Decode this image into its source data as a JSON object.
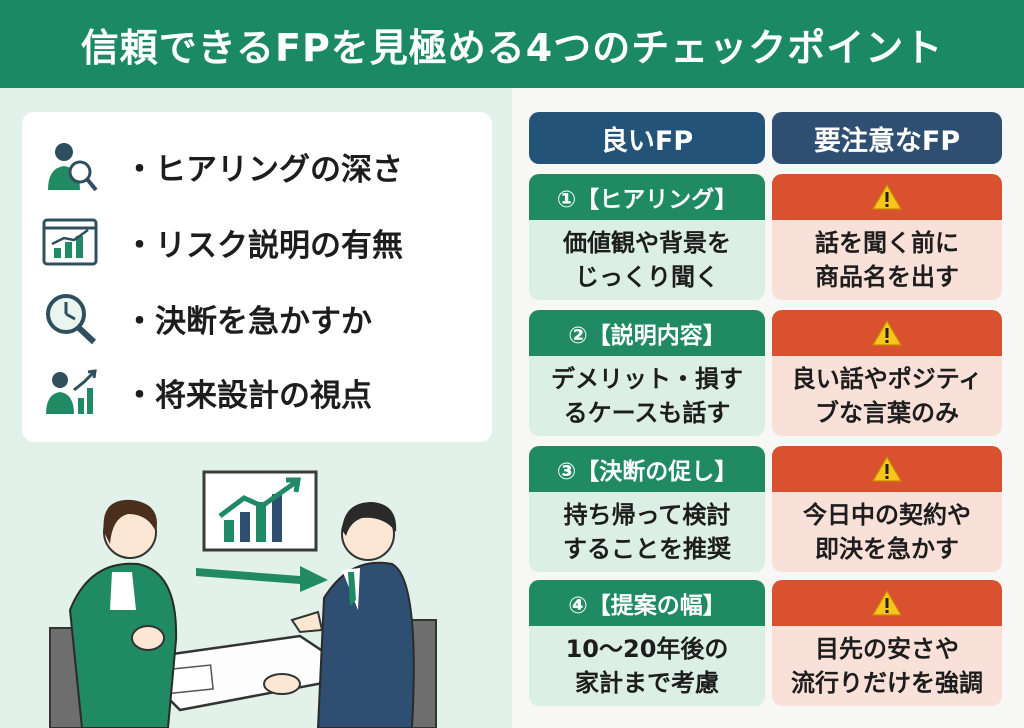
{
  "title": "信頼できるFPを見極める4つのチェックポイント",
  "checklist": [
    {
      "icon": "listening-person-magnifier-icon",
      "label": "・ヒアリングの深さ"
    },
    {
      "icon": "risk-chart-window-icon",
      "label": "・リスク説明の有無"
    },
    {
      "icon": "clock-magnifier-icon",
      "label": "・決断を急かすか"
    },
    {
      "icon": "future-growth-person-icon",
      "label": "・将来設計の視点"
    }
  ],
  "columns": {
    "good": "良いFP",
    "bad": "要注意なFP"
  },
  "points": [
    {
      "heading": "①【ヒアリング】",
      "good": [
        "価値観や背景を",
        "じっくり聞く"
      ],
      "bad": [
        "話を聞く前に",
        "商品名を出す"
      ]
    },
    {
      "heading": "②【説明内容】",
      "good": [
        "デメリット・損す",
        "るケースも話す"
      ],
      "bad": [
        "良い話やポジティ",
        "ブな言葉のみ"
      ]
    },
    {
      "heading": "③【決断の促し】",
      "good": [
        "持ち帰って検討",
        "することを推奨"
      ],
      "bad": [
        "今日中の契約や",
        "即決を急かす"
      ]
    },
    {
      "heading": "④【提案の幅】",
      "good": [
        "10〜20年後の",
        "家計まで考慮"
      ],
      "bad": [
        "目先の安さや",
        "流行りだけを強調"
      ]
    }
  ],
  "colors": {
    "banner": "#1b8a64",
    "good_header": "#24537a",
    "bad_header": "#2e4e72",
    "good_cap": "#1f8a63",
    "bad_cap": "#d9512f",
    "good_body": "#dcefe5",
    "bad_body": "#f9e1d9"
  }
}
